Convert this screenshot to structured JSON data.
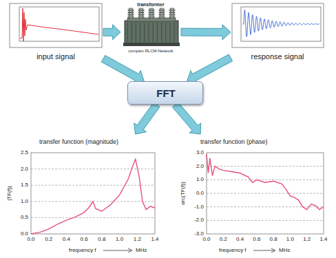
{
  "diagram": {
    "nodes": [
      {
        "text": [
          "input signal"
        ]
      },
      {
        "text": [
          "transformer",
          "complex RLCM-Network"
        ]
      },
      {
        "text": [
          "response signal"
        ]
      },
      {
        "text": [
          "FFT"
        ]
      },
      {
        "text": [
          "transfer function (magnitude)"
        ]
      },
      {
        "text": [
          "transfer function (phase)"
        ]
      }
    ],
    "edges": [
      {
        "from": 0,
        "to": 1,
        "arrow": "to"
      },
      {
        "from": 1,
        "to": 2,
        "arrow": "to"
      },
      {
        "from": 0,
        "to": 3,
        "arrow": "to"
      },
      {
        "from": 2,
        "to": 3,
        "arrow": "to"
      },
      {
        "from": 3,
        "to": 4,
        "arrow": "to"
      },
      {
        "from": 3,
        "to": 5,
        "arrow": "to"
      }
    ],
    "labels": [
      "2.5",
      "2.0",
      "1.5",
      "1.0",
      "0.5",
      "0.0",
      "|TF(f)|",
      "0.0",
      "0.2",
      "0.4",
      "0.6",
      "0.8",
      "1.0",
      "1.2",
      "1.4",
      "frequency f",
      "MHz",
      "3.0",
      "2.0",
      "1.0",
      "0.0",
      "-1.0",
      "-2.0",
      "-3.0",
      "arc(TF(f))",
      "0.0",
      "0.2",
      "0.4",
      "0.6",
      "0.8",
      "1.0",
      "1.2",
      "1.4",
      "frequency f",
      "MHz"
    ]
  }
}
